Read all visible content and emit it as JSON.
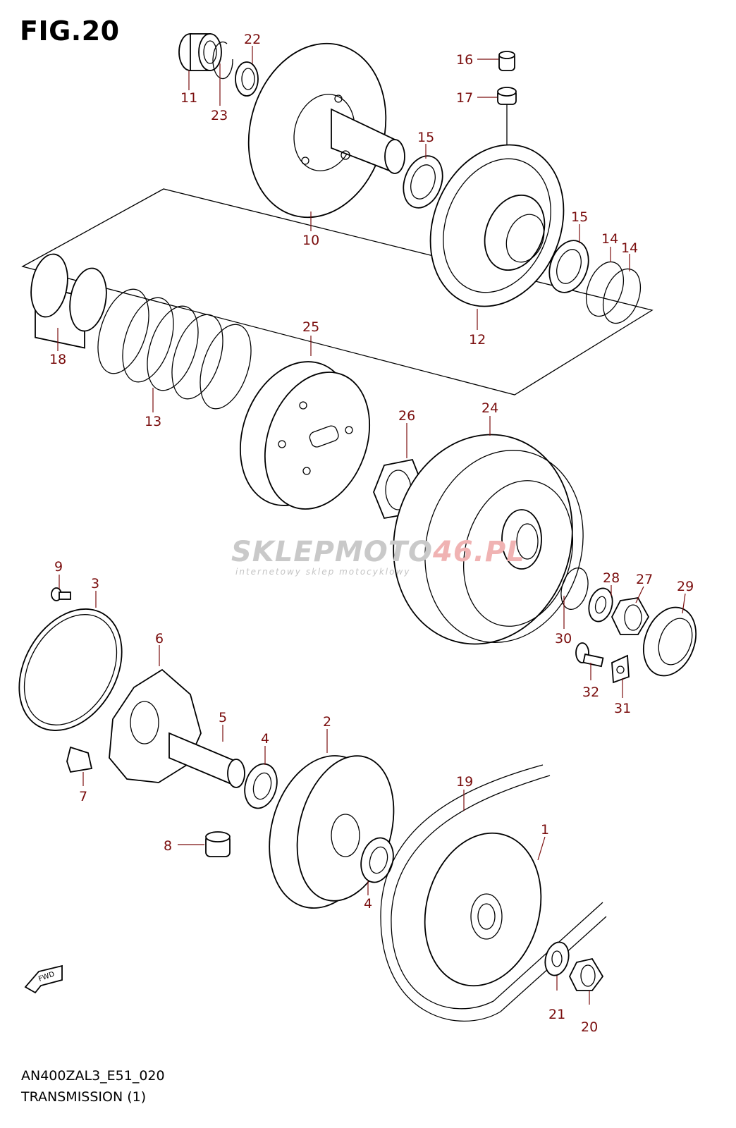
{
  "header": {
    "title": "FIG.20"
  },
  "footer": {
    "code": "AN400ZAL3_E51_020",
    "caption": "TRANSMISSION (1)"
  },
  "watermark": {
    "brand_main": "SKLEPMOTO",
    "brand_accent": "46.PL",
    "tagline": "internetowy sklep motocyklowy"
  },
  "fwd_label": "FWD",
  "colors": {
    "callout": "#7a0d0d",
    "line": "#000000",
    "watermark": "#c9c9c9",
    "watermark_accent": "#f0b3b3"
  },
  "callouts": {
    "p1": "1",
    "p2": "2",
    "p3": "3",
    "p4a": "4",
    "p4b": "4",
    "p5": "5",
    "p6": "6",
    "p7": "7",
    "p8": "8",
    "p9": "9",
    "p10": "10",
    "p11": "11",
    "p12": "12",
    "p13": "13",
    "p14a": "14",
    "p14b": "14",
    "p15a": "15",
    "p15b": "15",
    "p16": "16",
    "p17": "17",
    "p18": "18",
    "p19": "19",
    "p20": "20",
    "p21": "21",
    "p22": "22",
    "p23": "23",
    "p24": "24",
    "p25": "25",
    "p26": "26",
    "p27": "27",
    "p28": "28",
    "p29": "29",
    "p30": "30",
    "p31": "31",
    "p32": "32"
  }
}
